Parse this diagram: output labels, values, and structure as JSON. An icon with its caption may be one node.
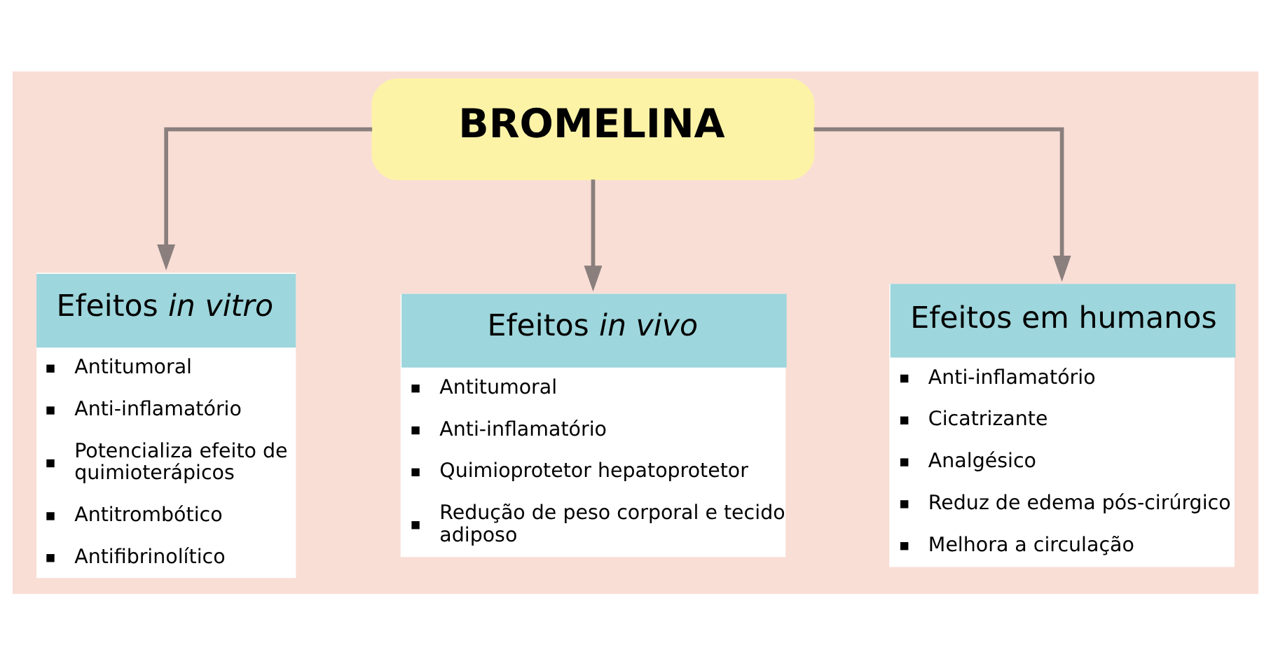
{
  "diagram": {
    "nodes": [
      {
        "text": [
          "BROMELINA"
        ]
      },
      {
        "text": [
          "Efeitos *in vitro*",
          "Antitumoral",
          "Anti-inflamatório",
          "Potencializa efeito de quimioterápicos",
          "Antitrombótico",
          "Antifibrinolítico"
        ]
      },
      {
        "text": [
          "Efeitos *in vivo*",
          "Antitumoral",
          "Anti-inflamatório",
          "Quimioprotetor hepatoprotetor",
          "Redução de peso corporal e tecido adiposo"
        ]
      },
      {
        "text": [
          "Efeitos em humanos",
          "Anti-inflamatório",
          "Cicatrizante",
          "Analgésico",
          "Reduz de edema pós-cirúrgico",
          "Melhora a circulação"
        ]
      }
    ],
    "edges": [
      {
        "from": 0,
        "to": 1,
        "arrow": "to"
      },
      {
        "from": 0,
        "to": 2,
        "arrow": "to"
      },
      {
        "from": 0,
        "to": 3,
        "arrow": "to"
      }
    ]
  }
}
